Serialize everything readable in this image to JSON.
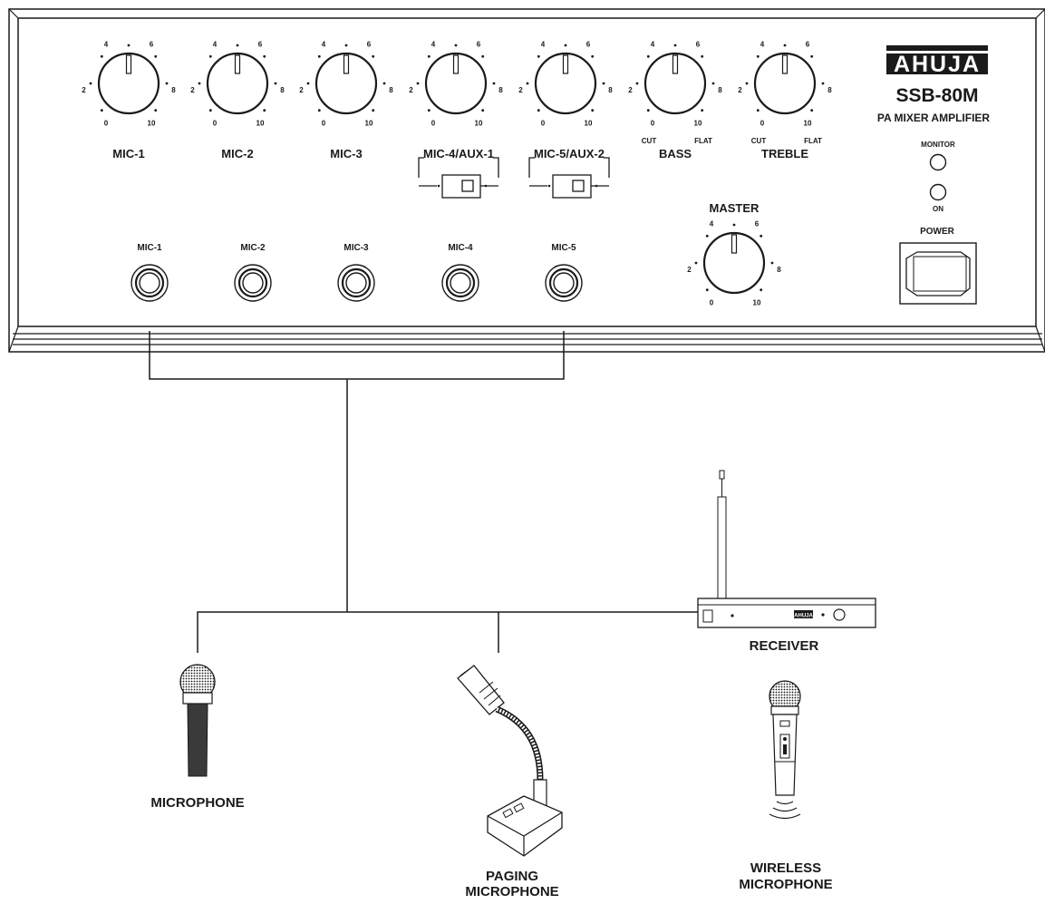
{
  "panel": {
    "brand": "AHUJA",
    "model": "SSB-80M",
    "subtitle": "PA MIXER AMPLIFIER",
    "monitor_label": "MONITOR",
    "on_label": "ON",
    "power_label": "POWER"
  },
  "knobs": [
    {
      "label": "MIC-1",
      "ticks": [
        "0",
        "2",
        "4",
        "6",
        "8",
        "10"
      ]
    },
    {
      "label": "MIC-2",
      "ticks": [
        "0",
        "2",
        "4",
        "6",
        "8",
        "10"
      ]
    },
    {
      "label": "MIC-3",
      "ticks": [
        "0",
        "2",
        "4",
        "6",
        "8",
        "10"
      ]
    },
    {
      "label": "MIC-4/AUX-1",
      "ticks": [
        "0",
        "2",
        "4",
        "6",
        "8",
        "10"
      ]
    },
    {
      "label": "MIC-5/AUX-2",
      "ticks": [
        "0",
        "2",
        "4",
        "6",
        "8",
        "10"
      ]
    },
    {
      "label": "BASS",
      "ticks": [
        "0",
        "2",
        "4",
        "6",
        "8",
        "10"
      ],
      "cut": "CUT",
      "flat": "FLAT"
    },
    {
      "label": "TREBLE",
      "ticks": [
        "0",
        "2",
        "4",
        "6",
        "8",
        "10"
      ],
      "cut": "CUT",
      "flat": "FLAT"
    }
  ],
  "master": {
    "label": "MASTER",
    "ticks": [
      "0",
      "2",
      "4",
      "6",
      "8",
      "10"
    ]
  },
  "jacks": [
    "MIC-1",
    "MIC-2",
    "MIC-3",
    "MIC-4",
    "MIC-5"
  ],
  "devices": {
    "microphone": "MICROPHONE",
    "paging_line1": "PAGING",
    "paging_line2": "MICROPHONE",
    "receiver": "RECEIVER",
    "receiver_brand": "AHUJA",
    "wireless_line1": "WIRELESS",
    "wireless_line2": "MICROPHONE"
  }
}
